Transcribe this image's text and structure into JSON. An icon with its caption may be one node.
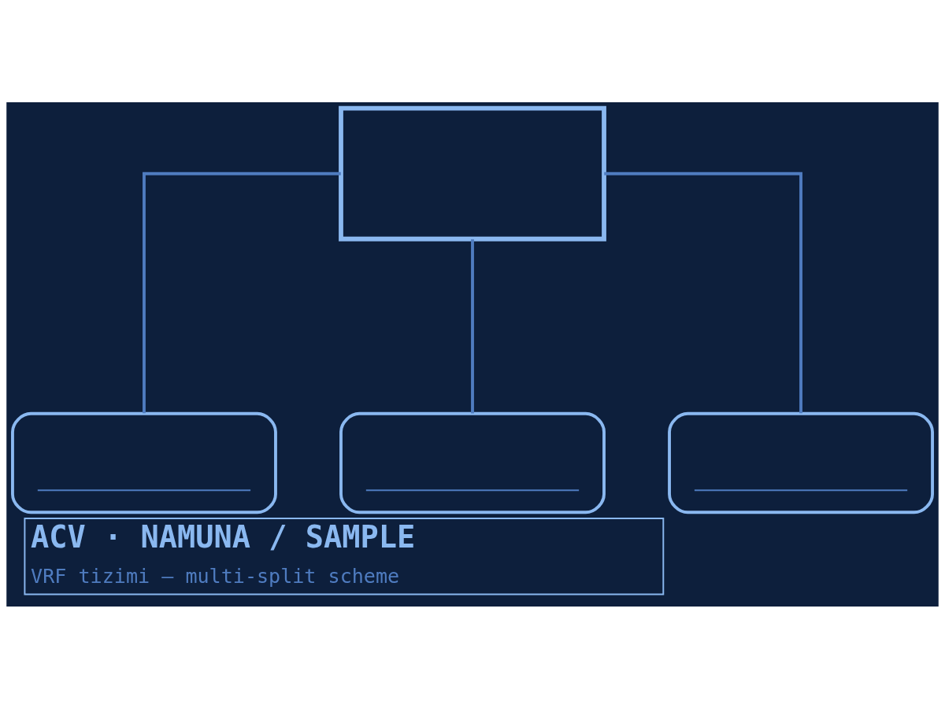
{
  "diagram": {
    "title": "ACV · NAMUNA / SAMPLE",
    "caption": "VRF tizimi — multi-split scheme",
    "nodes": [
      {
        "text": [],
        "shape": "box"
      },
      {
        "text": [],
        "shape": "box"
      },
      {
        "text": [],
        "shape": "box"
      },
      {
        "text": [],
        "shape": "box"
      }
    ],
    "edges": [
      {
        "from": 0,
        "to": 1,
        "arrow": "none"
      },
      {
        "from": 0,
        "to": 2,
        "arrow": "none"
      },
      {
        "from": 0,
        "to": 3,
        "arrow": "none"
      }
    ]
  }
}
